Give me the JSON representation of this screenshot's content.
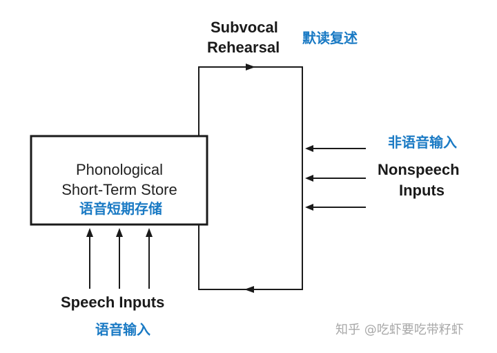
{
  "diagram": {
    "rehearsal_label_en": [
      "Subvocal",
      "Rehearsal"
    ],
    "rehearsal_label_cn": "默读复述",
    "store_label_en": [
      "Phonological",
      "Short-Term Store"
    ],
    "store_label_cn": "语音短期存储",
    "nonspeech_label_cn": "非语音输入",
    "nonspeech_label_en": [
      "Nonspeech",
      "Inputs"
    ],
    "speech_label_en": "Speech Inputs",
    "speech_label_cn": "语音输入",
    "colors": {
      "ink": "#1a1a1a",
      "annotation": "#1a7ac4",
      "watermark": "#a8a8a8"
    }
  },
  "watermark": "知乎 @吃虾要吃带籽虾"
}
